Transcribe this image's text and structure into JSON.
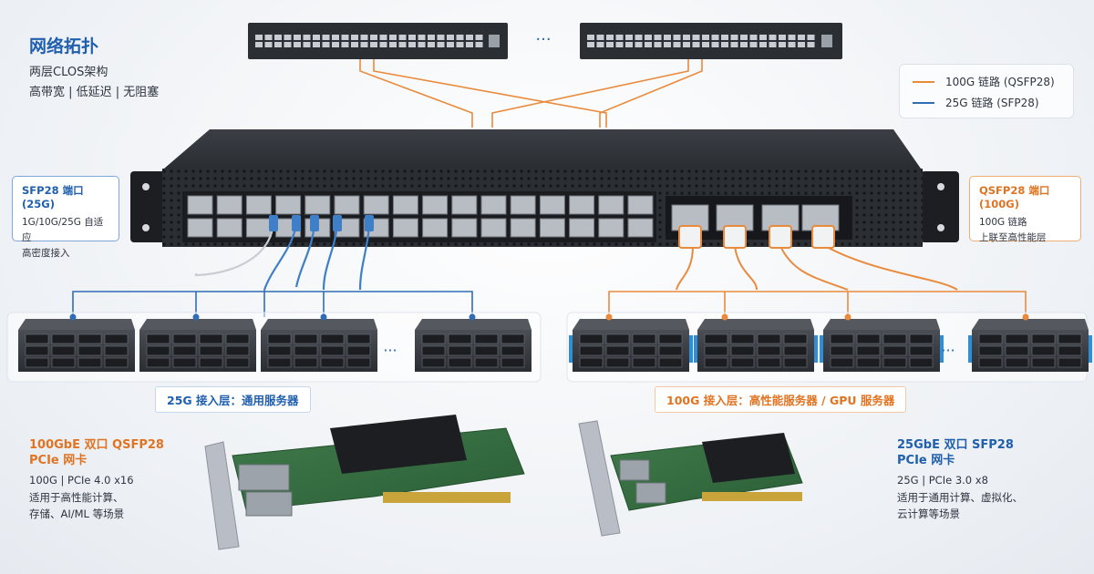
{
  "header": {
    "title": "网络拓扑",
    "subtitle": "两层CLOS架构",
    "features": "高带宽 | 低延迟 | 无阻塞"
  },
  "spine_ellipsis": "···",
  "legend": [
    {
      "label": "100G 链路 (QSFP28)",
      "color": "#e98a3c"
    },
    {
      "label": "25G 链路 (SFP28)",
      "color": "#2f6db5"
    }
  ],
  "callouts": {
    "sfp28": {
      "title": "SFP28 端口 (25G)",
      "lines": [
        "1G/10G/25G 自适应",
        "高密度接入"
      ]
    },
    "qsfp28": {
      "title": "QSFP28 端口 (100G)",
      "lines": [
        "100G 链路",
        "上联至高性能层"
      ]
    }
  },
  "tiers": {
    "left": {
      "label": "25G 接入层：通用服务器",
      "ellipsis": "···"
    },
    "right": {
      "label": "100G 接入层：高性能服务器 / GPU 服务器",
      "ellipsis": "···"
    }
  },
  "nics": {
    "nic100": {
      "title_lines": [
        "100GbE 双口 QSFP28",
        "PCIe 网卡"
      ],
      "spec": "100G | PCIe 4.0 x16",
      "desc_lines": [
        "适用于高性能计算、",
        "存储、AI/ML 等场景"
      ]
    },
    "nic25": {
      "title_lines": [
        "25GbE 双口 SFP28",
        "PCIe 网卡"
      ],
      "spec": "25G | PCIe 3.0 x8",
      "desc_lines": [
        "适用于通用计算、虚拟化、",
        "云计算等场景"
      ]
    }
  },
  "colors": {
    "orange": "#e98a3c",
    "blue": "#2f6db5",
    "title_blue": "#1f5fae",
    "switch_body": "#2b2e33"
  }
}
